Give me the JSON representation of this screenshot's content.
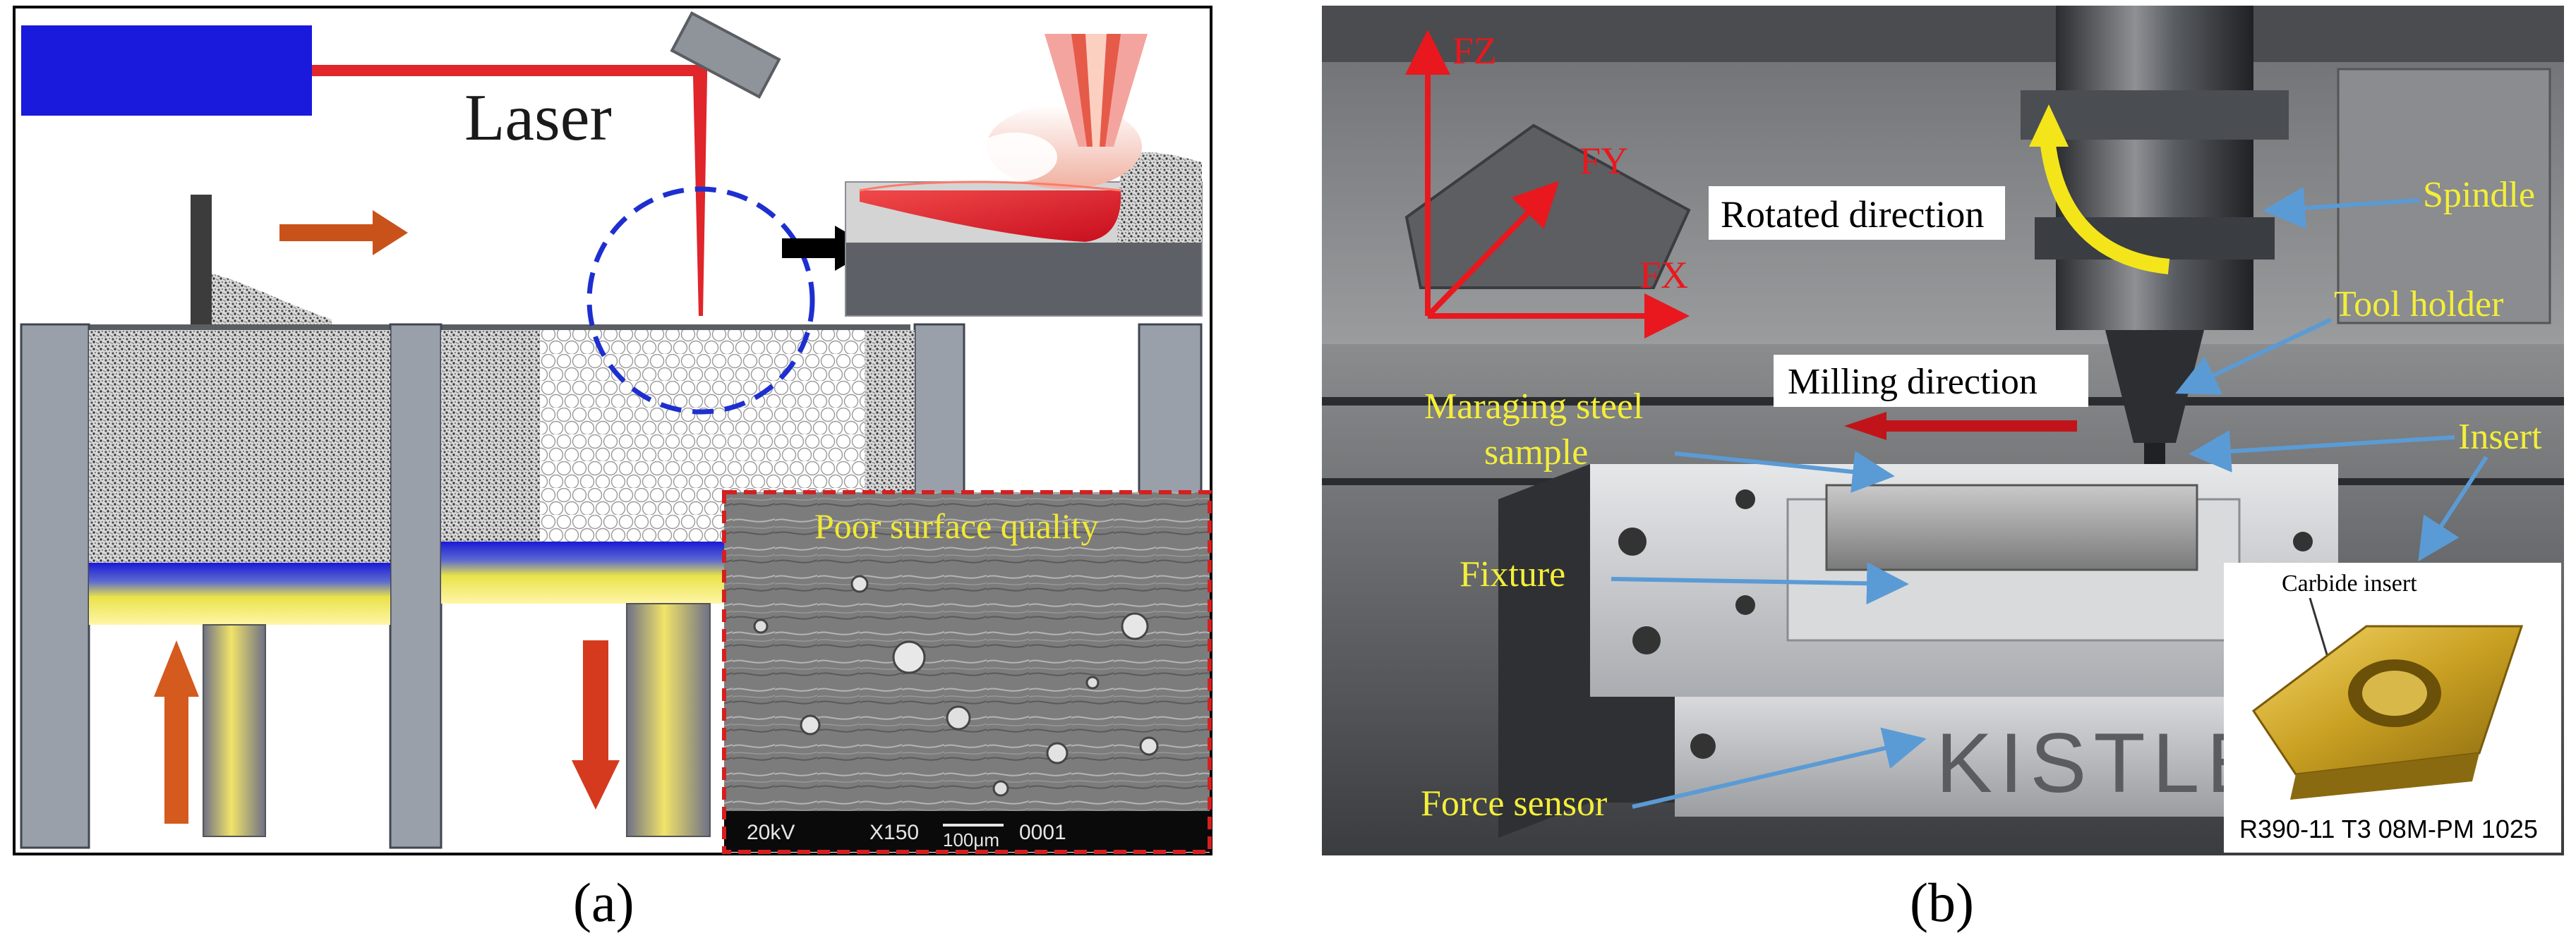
{
  "panel_a": {
    "laser_label": "Laser",
    "inset_label": "Poor surface quality",
    "sem_bar": {
      "voltage": "20kV",
      "magnification": "X150",
      "scale": "100μm",
      "frame": "0001"
    },
    "colors": {
      "laser_source": "#1a1adc",
      "beam": "#e0252b",
      "arrow": "#c9521b",
      "inset_border": "#d42020",
      "inset_label": "#f0e838"
    }
  },
  "panel_b": {
    "axes": {
      "z": "FZ",
      "y": "FY",
      "x": "FX"
    },
    "labels": {
      "rotated_direction": "Rotated direction",
      "spindle": "Spindle",
      "tool_holder": "Tool holder",
      "milling_direction": "Milling direction",
      "sample_line1": "Maraging steel",
      "sample_line2": "sample",
      "insert": "Insert",
      "fixture": "Fixture",
      "force_sensor": "Force sensor",
      "brand": "KISTLER"
    },
    "carrier_inset": {
      "title": "Carbide insert",
      "part_code": "R390-11 T3 08M-PM 1025"
    },
    "colors": {
      "axis": "#e8181e",
      "label_yellow": "#f3ee3a",
      "leader": "#5b9bd5",
      "milling_arrow": "#c0141a",
      "rotate_arrow": "#f3e51a"
    }
  },
  "captions": {
    "a": "(a)",
    "b": "(b)"
  }
}
